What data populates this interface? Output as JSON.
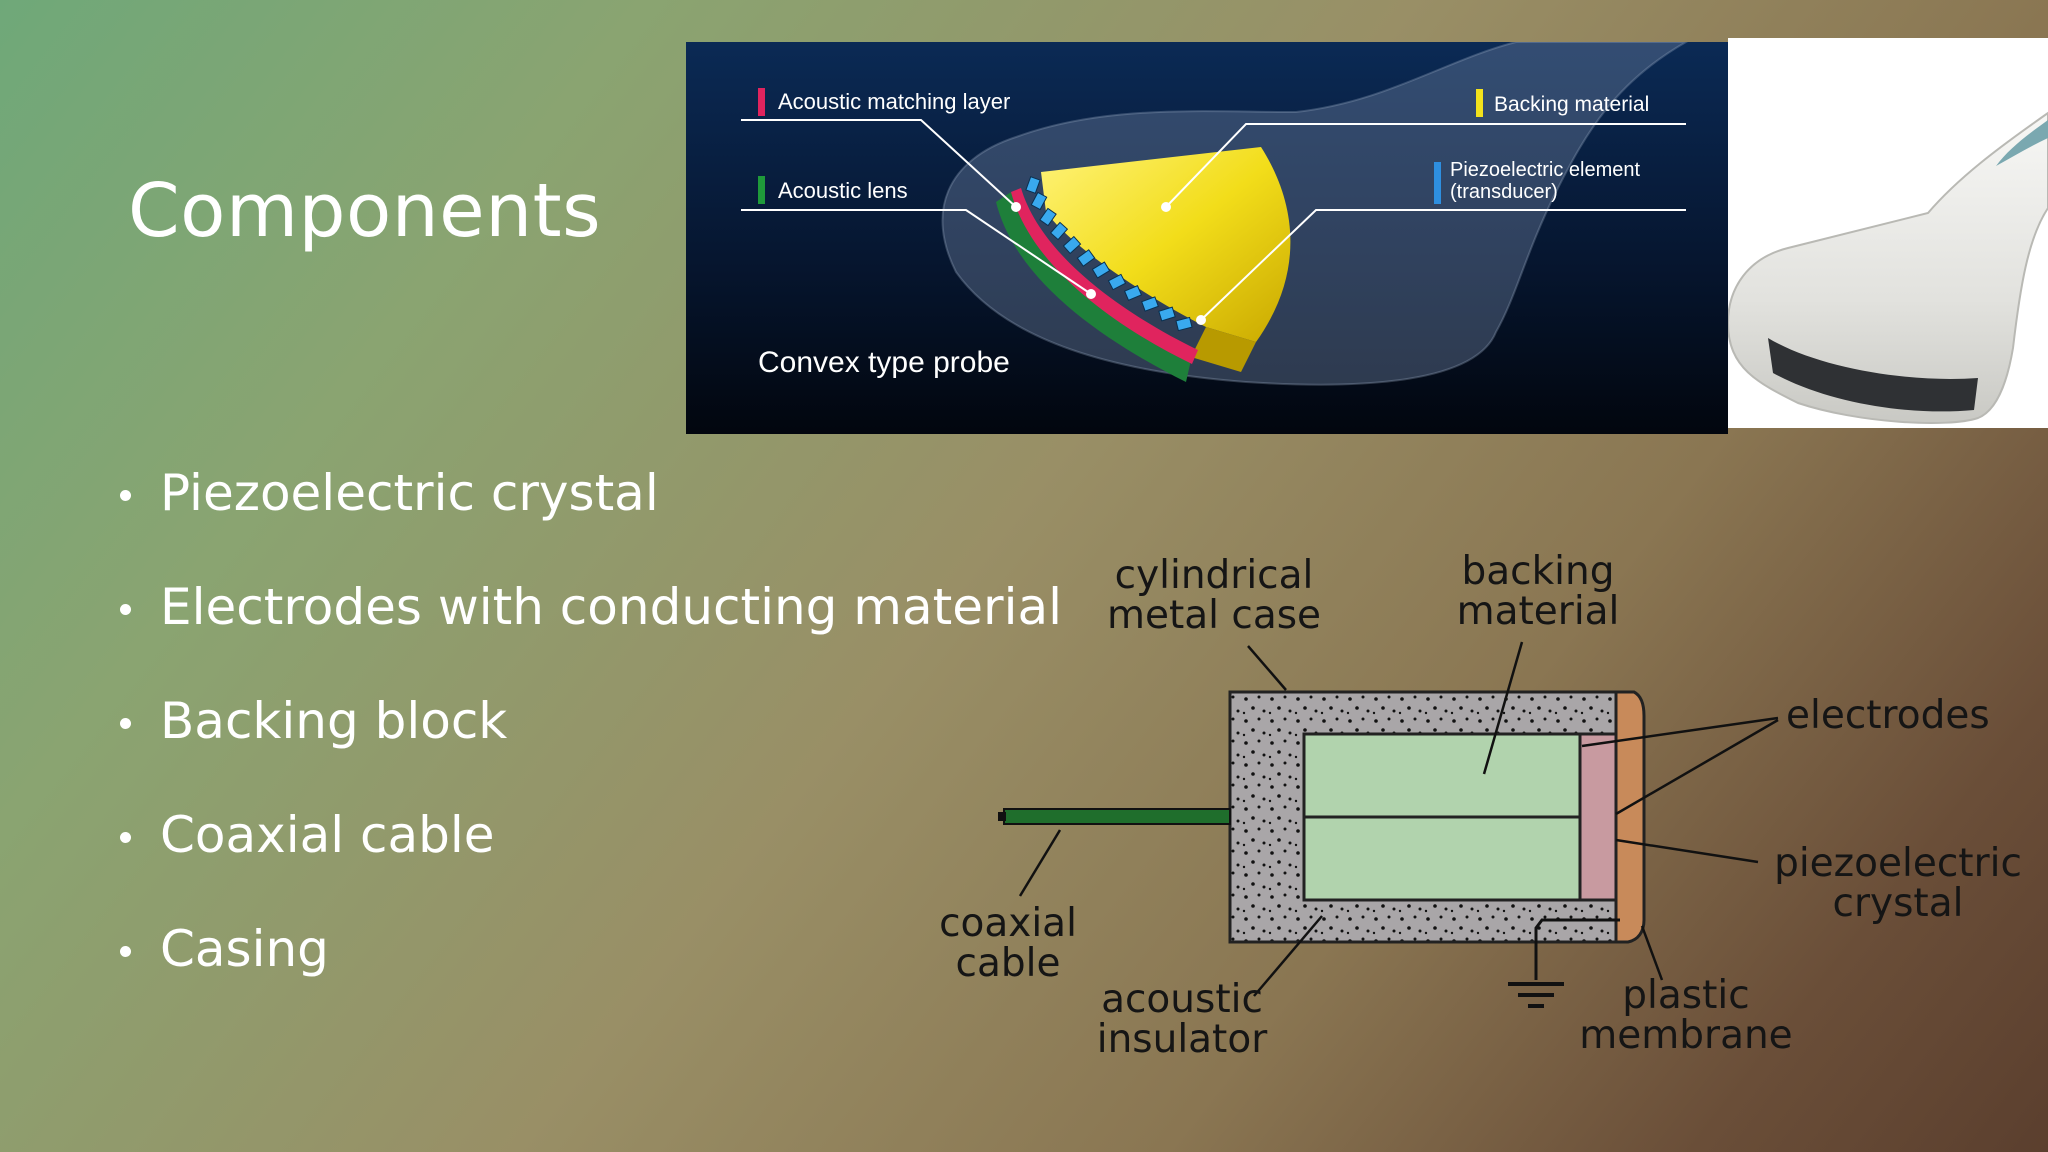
{
  "slide": {
    "title": "Components",
    "bullets": [
      "Piezoelectric crystal",
      "Electrodes with conducting material",
      "Backing block",
      "Coaxial cable",
      "Casing"
    ]
  },
  "probe_figure": {
    "labels": {
      "acoustic_matching_layer": "Acoustic matching layer",
      "acoustic_lens": "Acoustic lens",
      "backing_material": "Backing material",
      "piezo_line1": "Piezoelectric element",
      "piezo_line2": "(transducer)",
      "caption": "Convex type probe"
    },
    "legend_colors": {
      "acoustic_matching_layer": "#e0245e",
      "acoustic_lens": "#1f9a3a",
      "backing_material": "#f2e21c",
      "piezoelectric_element": "#2e8fe0"
    }
  },
  "transducer_diagram": {
    "labels": {
      "case_line1": "cylindrical",
      "case_line2": "metal case",
      "backing_line1": "backing",
      "backing_line2": "material",
      "electrodes": "electrodes",
      "piezo_line1": "piezoelectric",
      "piezo_line2": "crystal",
      "coax_line1": "coaxial",
      "coax_line2": "cable",
      "insulator_line1": "acoustic",
      "insulator_line2": "insulator",
      "membrane_line1": "plastic",
      "membrane_line2": "membrane"
    },
    "colors": {
      "case": "#a9a6a8",
      "backing": "#b1d3ad",
      "crystal": "#c89aa0",
      "membrane": "#c88a5a",
      "cable": "#1f6e2c"
    }
  }
}
